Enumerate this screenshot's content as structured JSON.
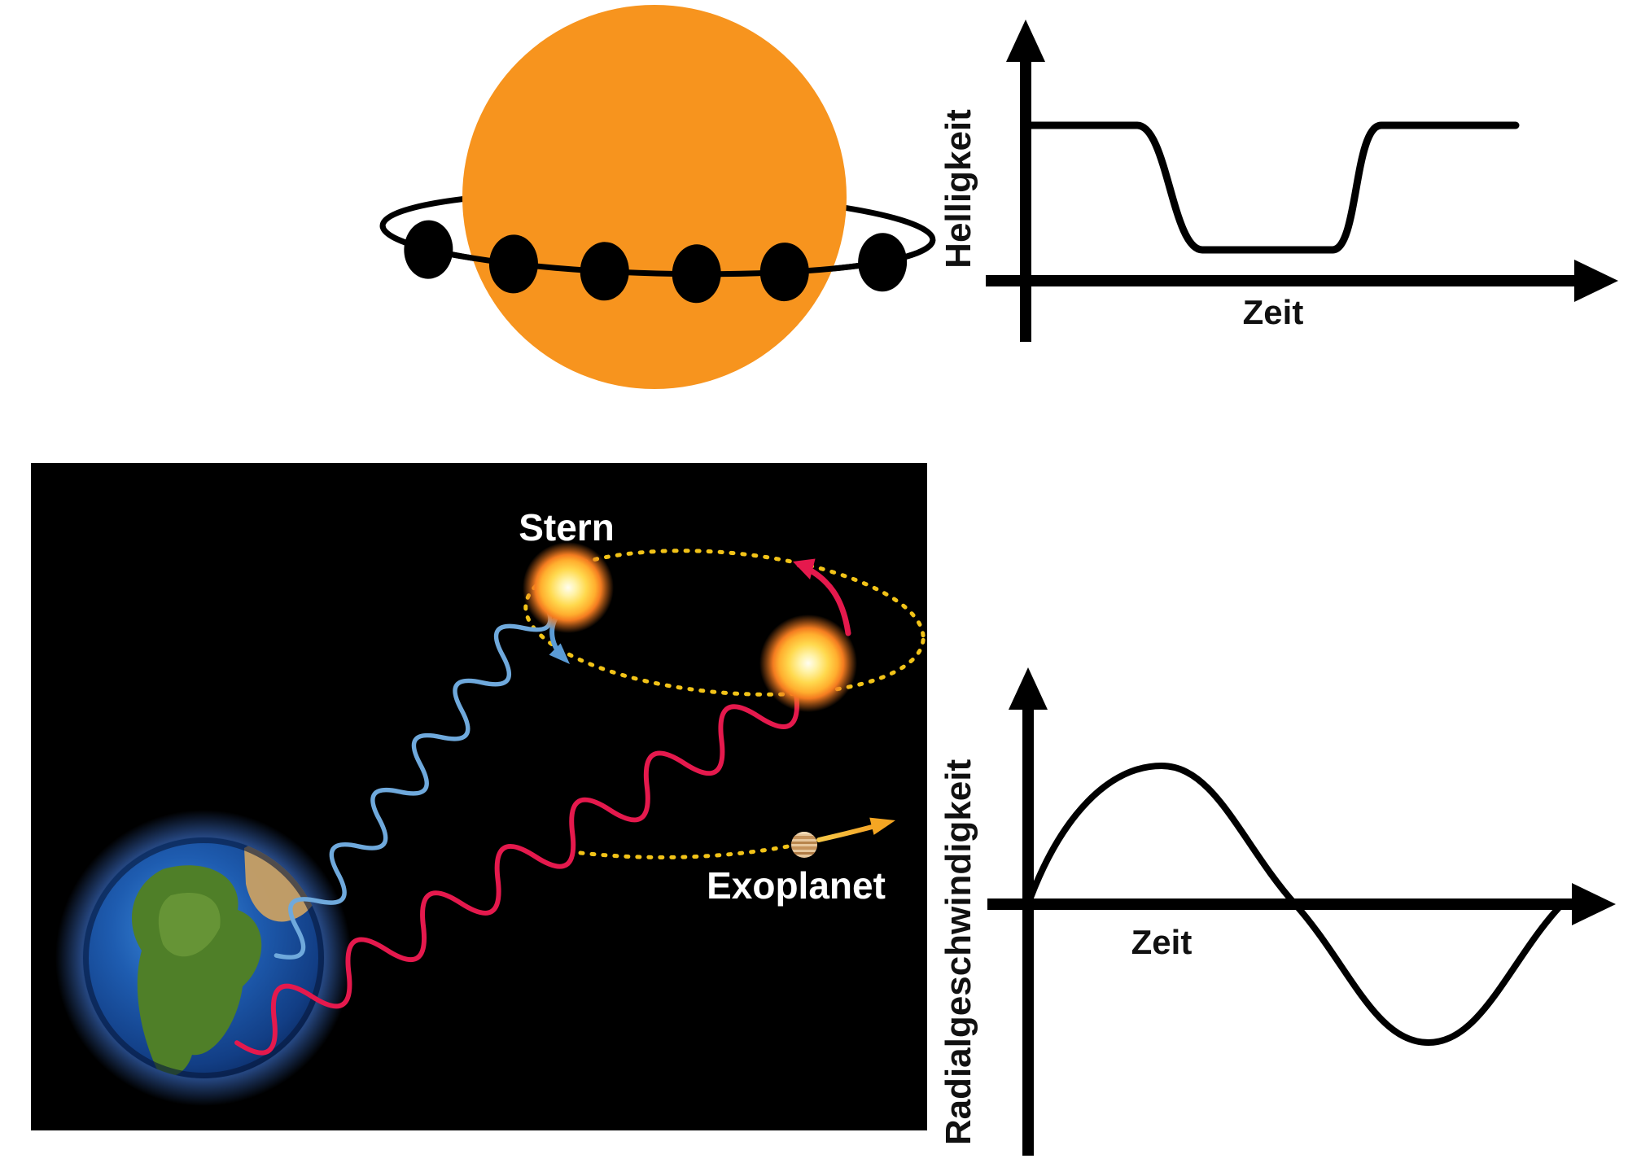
{
  "transit_diagram": {
    "star_color": "#F7941E",
    "orbit_color": "#000000",
    "planet_color": "#000000",
    "planet_count": 6
  },
  "light_curve_chart": {
    "title": "",
    "ylabel": "Helligkeit",
    "xlabel": "Zeit",
    "line_color": "#000000"
  },
  "radial_velocity_chart": {
    "title": "",
    "ylabel": "Radialgeschwindigkeit",
    "xlabel": "Zeit",
    "line_color": "#000000"
  },
  "doppler_panel": {
    "star_label": "Stern",
    "planet_label": "Exoplanet",
    "background_color": "#000000",
    "blueshift_wave_color": "#6FA9DC",
    "redshift_wave_color": "#E5194D",
    "orbit_dot_color": "#F2C318",
    "exoplanet_arrow_color": "#F5A623"
  },
  "chart_data": [
    {
      "type": "line",
      "title": "",
      "xlabel": "Zeit",
      "ylabel": "Helligkeit",
      "x": [
        0,
        0.19,
        0.3,
        0.52,
        0.6,
        0.83
      ],
      "y": [
        1.0,
        1.0,
        0.2,
        0.2,
        1.0,
        1.0
      ],
      "ylim": [
        0,
        1.2
      ],
      "xlim": [
        0,
        1
      ],
      "grid": false,
      "legend_position": "none"
    },
    {
      "type": "line",
      "title": "",
      "xlabel": "Zeit",
      "ylabel": "Radialgeschwindigkeit",
      "shape": "sine",
      "x": [
        0,
        0.228,
        0.456,
        0.684,
        0.912
      ],
      "y": [
        0,
        1,
        0,
        -1,
        0
      ],
      "ylim": [
        -1.2,
        1.2
      ],
      "xlim": [
        0,
        1
      ],
      "grid": false,
      "legend_position": "none"
    }
  ]
}
